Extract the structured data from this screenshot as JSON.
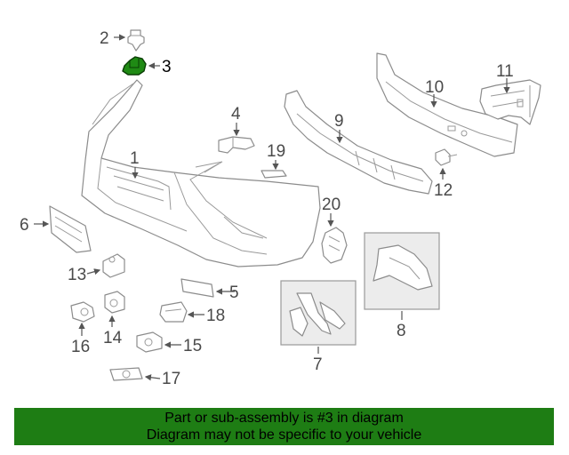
{
  "callouts": {
    "c1": "1",
    "c2": "2",
    "c3": "3",
    "c4": "4",
    "c5": "5",
    "c6": "6",
    "c7": "7",
    "c8": "8",
    "c9": "9",
    "c10": "10",
    "c11": "11",
    "c12": "12",
    "c13": "13",
    "c14": "14",
    "c15": "15",
    "c16": "16",
    "c17": "17",
    "c18": "18",
    "c19": "19",
    "c20": "20"
  },
  "highlight": {
    "part": "3",
    "color": "#1f8a14"
  },
  "banner": {
    "line1": "Part or sub-assembly is #3 in diagram",
    "line2": "Diagram may not be specific to your vehicle",
    "color": "#1e7d14"
  }
}
